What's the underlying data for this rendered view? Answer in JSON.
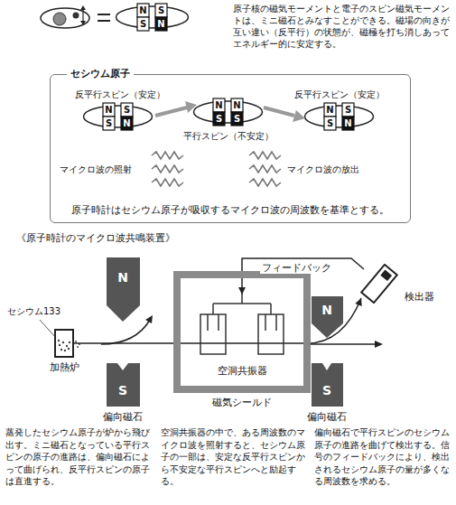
{
  "diagram": {
    "nodes": [
      {
        "text": [
          "セシウム原子"
        ]
      },
      {
        "text": [
          "加熱炉"
        ]
      },
      {
        "text": [
          "磁気シールド"
        ]
      },
      {
        "text": [
          "空洞共振器"
        ],
        "in": 2
      },
      {
        "text": [
          "検出器"
        ]
      }
    ],
    "edges": [
      {
        "from": 1,
        "to": 4,
        "arrow": "to"
      },
      {
        "from": 4,
        "to": 3,
        "arrow": "to",
        "label": "フィードバック"
      }
    ],
    "labels": [
      "原子核の磁気モーメントと電子のスピン磁気モーメントは、ミニ磁石とみなすことができる。磁場の向きが互い違い（反平行）の状態が、磁極を打ち消しあってエネルギー的に安定する。",
      "N",
      "S",
      "S",
      "N",
      "反平行スピン（安定）",
      "N",
      "S",
      "S",
      "N",
      "平行スピン（不安定）",
      "N",
      "N",
      "S",
      "S",
      "反平行スピン（安定）",
      "N",
      "S",
      "S",
      "N",
      "マイクロ波の照射",
      "マイクロ波の放出",
      "原子時計はセシウム原子が吸収するマイクロ波の周波数を基準とする。",
      "《原子時計のマイクロ波共鳴装置》",
      "セシウム133",
      "N",
      "S",
      "偏向磁石",
      "N",
      "S",
      "偏向磁石",
      "蒸発したセシウム原子が炉から飛び出す。ミニ磁石となっている平行スピンの原子の進路は、偏向磁石によって曲げられ、反平行スピンの原子は直進する。",
      "空洞共振器の中で、ある周波数のマイクロ波を照射すると、セシウム原子の一部は、安定な反平行スピンから不安定な平行スピンへと励起する。",
      "偏向磁石で平行スピンのセシウム原子の進路を曲げて検出する。信号のフィードバックにより、検出されるセシウム原子の量が多くなる周波数を求める。"
    ]
  }
}
